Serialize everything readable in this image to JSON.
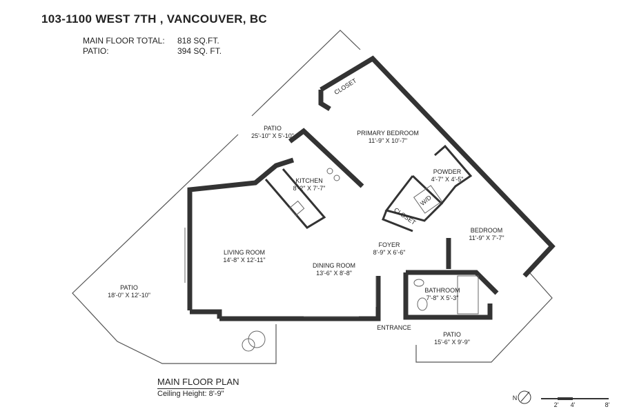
{
  "header": {
    "address": "103-1100 WEST 7TH , VANCOUVER, BC",
    "main_floor_label": "MAIN FLOOR TOTAL:",
    "main_floor_value": "818 SQ.FT.",
    "patio_label": "PATIO:",
    "patio_value": "394 SQ. FT."
  },
  "rooms": {
    "patio_top": {
      "name": "PATIO",
      "dims": "25'-10\" X 5'-10\""
    },
    "primary_bedroom": {
      "name": "PRIMARY BEDROOM",
      "dims": "11'-9\" X 10'-7\""
    },
    "closet_top": {
      "name": "CLOSET"
    },
    "kitchen": {
      "name": "KITCHEN",
      "dims": "8'-2\" X 7'-7\""
    },
    "powder": {
      "name": "POWDER",
      "dims": "4'-7\" X 4'-5\""
    },
    "closet_mid": {
      "name": "CLOSET"
    },
    "wd": {
      "name": "W/D"
    },
    "bedroom": {
      "name": "BEDROOM",
      "dims": "11'-9\" X 7'-7\""
    },
    "living_room": {
      "name": "LIVING ROOM",
      "dims": "14'-8\" X 12'-11\""
    },
    "foyer": {
      "name": "FOYER",
      "dims": "8'-9\" X 6'-6\""
    },
    "dining_room": {
      "name": "DINING ROOM",
      "dims": "13'-6\" X 8'-8\""
    },
    "patio_left": {
      "name": "PATIO",
      "dims": "18'-0\" X 12'-10\""
    },
    "bathroom": {
      "name": "BATHROOM",
      "dims": "7'-8\" X 5'-3\""
    },
    "entrance": {
      "name": "ENTRANCE"
    },
    "patio_bottom": {
      "name": "PATIO",
      "dims": "15'-6\" X 9'-9\""
    }
  },
  "footer": {
    "plan_title": "MAIN FLOOR PLAN",
    "ceiling": "Ceiling Height: 8'-9\""
  },
  "scale": {
    "north": "N",
    "ticks": [
      "2'",
      "4'",
      "8'"
    ]
  },
  "colors": {
    "wall": "#333333",
    "line": "#555555"
  }
}
